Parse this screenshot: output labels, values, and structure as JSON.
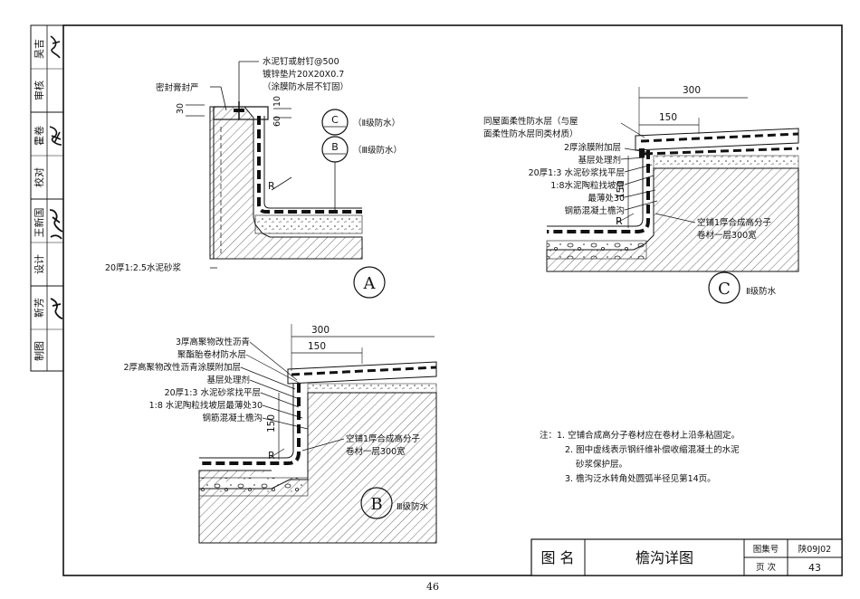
{
  "sidebar": {
    "cells": [
      {
        "label": "吴吉",
        "sig": "吴吉名"
      },
      {
        "label": "审核",
        "sig": ""
      },
      {
        "label": "霍卷",
        "sig": "霍卷"
      },
      {
        "label": "校对",
        "sig": ""
      },
      {
        "label": "王新国",
        "sig": "王新国"
      },
      {
        "label": "设计",
        "sig": ""
      },
      {
        "label": "靳芳",
        "sig": "靳芳"
      },
      {
        "label": "制图",
        "sig": ""
      }
    ]
  },
  "detailA": {
    "marker": "A",
    "labels": [
      "水泥钉或射钉@500",
      "镀锌垫片20X20X0.7",
      "（涂膜防水层不钉固）",
      "密封膏封严",
      "20厚1:2.5水泥砂浆"
    ],
    "dims": [
      "30",
      "10",
      "60"
    ],
    "radius": "R",
    "legend": [
      {
        "symbol": "C",
        "text": "（Ⅱ级防水）"
      },
      {
        "symbol": "B",
        "text": "（Ⅲ级防水）"
      }
    ]
  },
  "detailB": {
    "marker": "B",
    "grade": "Ⅲ级防水",
    "dims": [
      "300",
      "150",
      "150"
    ],
    "radius": "R",
    "layers": [
      "3厚高聚物改性沥青",
      "聚酯胎卷材防水层",
      "2厚高聚物改性沥青涂膜附加层",
      "基层处理剂",
      "20厚1:3 水泥砂浆找平层",
      "1:8 水泥陶粒找坡层最薄处30",
      "钢筋混凝土檐沟"
    ],
    "note": [
      "空铺1厚合成高分子",
      "卷材一层300宽"
    ]
  },
  "detailC": {
    "marker": "C",
    "grade": "Ⅱ级防水",
    "dims": [
      "300",
      "150",
      "150"
    ],
    "radius": "R",
    "layers": [
      "同屋面柔性防水层（与屋",
      "面柔性防水层同类材质）",
      "2厚涂膜附加层",
      "基层处理剂",
      "20厚1:3 水泥砂浆找平层",
      "1:8水泥陶粒找坡层",
      "最薄处30",
      "钢筋混凝土檐沟"
    ],
    "note": [
      "空铺1厚合成高分子",
      "卷材一层300宽"
    ]
  },
  "notes": [
    "注：1. 空铺合成高分子卷材应在卷材上沿条粘固定。",
    "2. 图中虚线表示钢纤维补偿收缩混凝土的水泥",
    "砂浆保护层。",
    "3. 檐沟泛水转角处圆弧半径见第14页。"
  ],
  "titleBlock": {
    "name_label": "图 名",
    "name": "檐沟详图",
    "atlas_label": "图集号",
    "atlas_no": "陕09J02",
    "page_label": "页 次",
    "page_no": "43"
  },
  "pageNumber": "46"
}
